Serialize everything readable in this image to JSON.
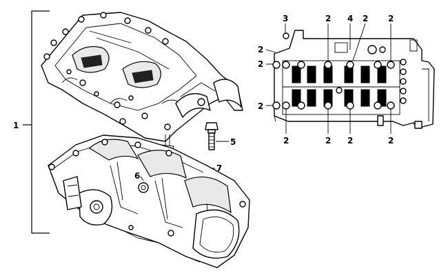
{
  "callouts": {
    "c1": "1",
    "c3": "3",
    "c4": "4",
    "c5": "5",
    "c6": "6",
    "c7": "7",
    "two": "2"
  }
}
